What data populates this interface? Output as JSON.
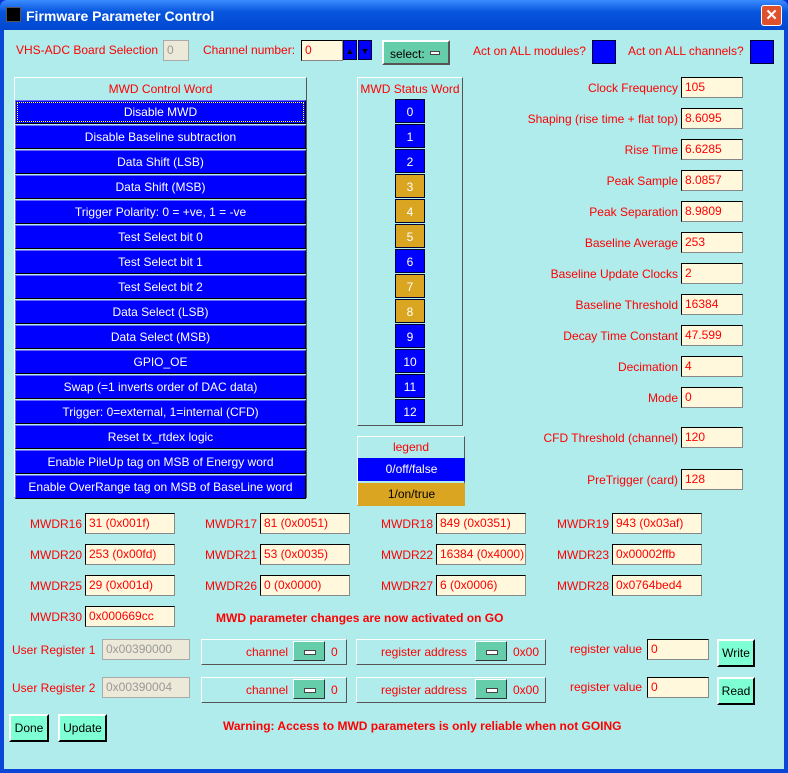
{
  "window": {
    "title": "Firmware Parameter Control",
    "close": "✕"
  },
  "top": {
    "board_label": "VHS-ADC Board Selection",
    "board_value": "0",
    "channel_label": "Channel number:",
    "channel_value": "0",
    "select_label": "select:",
    "all_modules_label": "Act on ALL modules?",
    "all_channels_label": "Act on ALL channels?"
  },
  "control_word": {
    "title": "MWD Control Word",
    "items": [
      "Disable MWD",
      "Disable Baseline subtraction",
      "Data Shift (LSB)",
      "Data Shift (MSB)",
      "Trigger Polarity: 0 = +ve, 1 = -ve",
      "Test Select bit 0",
      "Test Select bit 1",
      "Test Select bit 2",
      "Data Select (LSB)",
      "Data Select (MSB)",
      "GPIO_OE",
      "Swap (=1 inverts order of DAC data)",
      "Trigger: 0=external, 1=internal (CFD)",
      "Reset tx_rtdex logic",
      "Enable PileUp tag on MSB of Energy word",
      "Enable OverRange tag on MSB of BaseLine word"
    ]
  },
  "status_word": {
    "title": "MWD Status Word",
    "bits": [
      {
        "label": "0",
        "on": false
      },
      {
        "label": "1",
        "on": false
      },
      {
        "label": "2",
        "on": false
      },
      {
        "label": "3",
        "on": true
      },
      {
        "label": "4",
        "on": true
      },
      {
        "label": "5",
        "on": true
      },
      {
        "label": "6",
        "on": false
      },
      {
        "label": "7",
        "on": true
      },
      {
        "label": "8",
        "on": true
      },
      {
        "label": "9",
        "on": false
      },
      {
        "label": "10",
        "on": false
      },
      {
        "label": "11",
        "on": false
      },
      {
        "label": "12",
        "on": false
      }
    ]
  },
  "legend": {
    "title": "legend",
    "off": "0/off/false",
    "on": "1/on/true",
    "off_color": "#0000ff",
    "on_color": "#daa520"
  },
  "params": [
    {
      "label": "Clock Frequency",
      "value": "105"
    },
    {
      "label": "Shaping (rise time + flat top)",
      "value": "8.6095"
    },
    {
      "label": "Rise Time",
      "value": "6.6285"
    },
    {
      "label": "Peak Sample",
      "value": "8.0857"
    },
    {
      "label": "Peak Separation",
      "value": "8.9809"
    },
    {
      "label": "Baseline Average",
      "value": "253"
    },
    {
      "label": "Baseline Update Clocks",
      "value": "2"
    },
    {
      "label": "Baseline Threshold",
      "value": "16384"
    },
    {
      "label": "Decay Time Constant",
      "value": "47.599"
    },
    {
      "label": "Decimation",
      "value": "4"
    },
    {
      "label": "Mode",
      "value": "0"
    },
    {
      "label": "CFD Threshold (channel)",
      "value": "120"
    },
    {
      "label": "PreTrigger (card)",
      "value": "128"
    }
  ],
  "registers": [
    {
      "label": "MWDR16",
      "value": "31 (0x001f)"
    },
    {
      "label": "MWDR17",
      "value": "81 (0x0051)"
    },
    {
      "label": "MWDR18",
      "value": "849 (0x0351)"
    },
    {
      "label": "MWDR19",
      "value": "943 (0x03af)"
    },
    {
      "label": "MWDR20",
      "value": "253 (0x00fd)"
    },
    {
      "label": "MWDR21",
      "value": "53 (0x0035)"
    },
    {
      "label": "MWDR22",
      "value": "16384 (0x4000)"
    },
    {
      "label": "MWDR23",
      "value": "0x00002ffb"
    },
    {
      "label": "MWDR25",
      "value": "29 (0x001d)"
    },
    {
      "label": "MWDR26",
      "value": "0 (0x0000)"
    },
    {
      "label": "MWDR27",
      "value": "6 (0x0006)"
    },
    {
      "label": "MWDR28",
      "value": "0x0764bed4"
    },
    {
      "label": "MWDR30",
      "value": "0x000669cc"
    }
  ],
  "notice": "MWD parameter changes are now activated on GO",
  "user_regs": [
    {
      "label": "User Register 1",
      "value": "0x00390000",
      "channel_label": "channel",
      "channel": "0",
      "addr_label": "register address",
      "addr": "0x00",
      "val_label": "register value",
      "val": "0",
      "button": "Write"
    },
    {
      "label": "User Register 2",
      "value": "0x00390004",
      "channel_label": "channel",
      "channel": "0",
      "addr_label": "register address",
      "addr": "0x00",
      "val_label": "register value",
      "val": "0",
      "button": "Read"
    }
  ],
  "buttons": {
    "done": "Done",
    "update": "Update"
  },
  "warning": "Warning: Access to MWD parameters is only reliable when not GOING"
}
